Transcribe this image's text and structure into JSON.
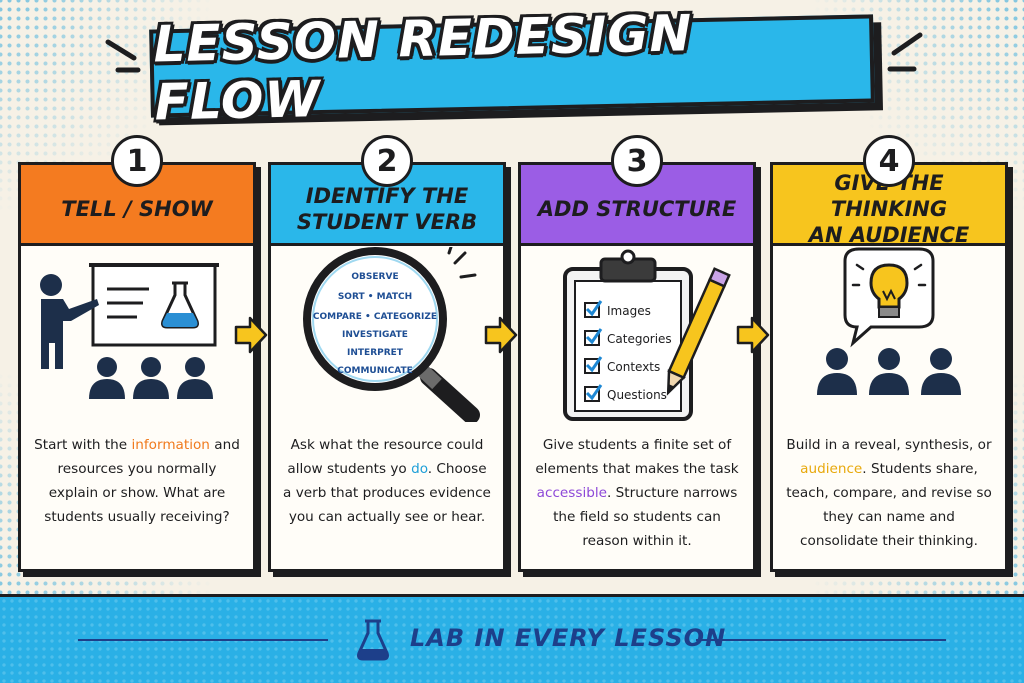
{
  "title": "LESSON REDESIGN FLOW",
  "colors": {
    "step1": "#f47b20",
    "step2": "#2ab7ea",
    "step3": "#9b5de5",
    "step4": "#f7c51e",
    "arrow": "#f7c51e",
    "footer": "#2ab0e6",
    "ink": "#1d1d1f"
  },
  "steps": [
    {
      "number": "1",
      "title": "TELL / SHOW",
      "illustration": "teacher-presenting-icon",
      "desc_a": "Start with the ",
      "desc_highlight": "information",
      "desc_b": " and resources you normally explain or show. What are students usually receiving?"
    },
    {
      "number": "2",
      "title_line1": "IDENTIFY THE",
      "title_line2": "STUDENT VERB",
      "illustration": "magnifying-glass-icon",
      "verbs": [
        "OBSERVE",
        "SORT • MATCH",
        "COMPARE • CATEGORIZE",
        "INVESTIGATE",
        "INTERPRET",
        "COMMUNICATE"
      ],
      "desc_a": "Ask what the resource could allow students yo ",
      "desc_highlight": "do",
      "desc_b": ". Choose a verb that produces evidence you can actually see or hear."
    },
    {
      "number": "3",
      "title": "ADD STRUCTURE",
      "illustration": "clipboard-checklist-icon",
      "checklist": [
        "Images",
        "Categories",
        "Contexts",
        "Questions"
      ],
      "desc_a": "Give students a finite set of elements that makes the task ",
      "desc_highlight": "accessible",
      "desc_b": ". Structure narrows the field so students can reason within it."
    },
    {
      "number": "4",
      "title_line1": "GIVE THE THINKING",
      "title_line2": "AN AUDIENCE",
      "illustration": "lightbulb-audience-icon",
      "desc_a": "Build in a reveal, synthesis, or ",
      "desc_highlight": "audience",
      "desc_b": ". Students share, teach, compare, and revise so they can name and consolidate their thinking."
    }
  ],
  "footer": {
    "label": "LAB IN EVERY LESSON",
    "icon": "flask-icon"
  }
}
